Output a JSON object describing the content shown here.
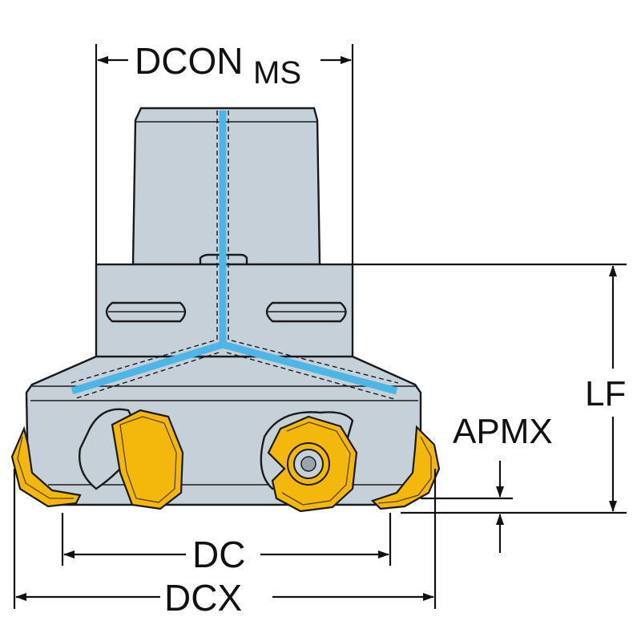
{
  "title": "Milling cutter dimension drawing",
  "labels": {
    "dcon": "DCON",
    "dcon_sub": "MS",
    "lf": "LF",
    "apmx": "APMX",
    "dc": "DC",
    "dcx": "DCX"
  },
  "colors": {
    "body": "#c6d0d8",
    "insert": "#f4b70c",
    "coolant_channel": "#4cb6e6",
    "line": "#111111"
  }
}
